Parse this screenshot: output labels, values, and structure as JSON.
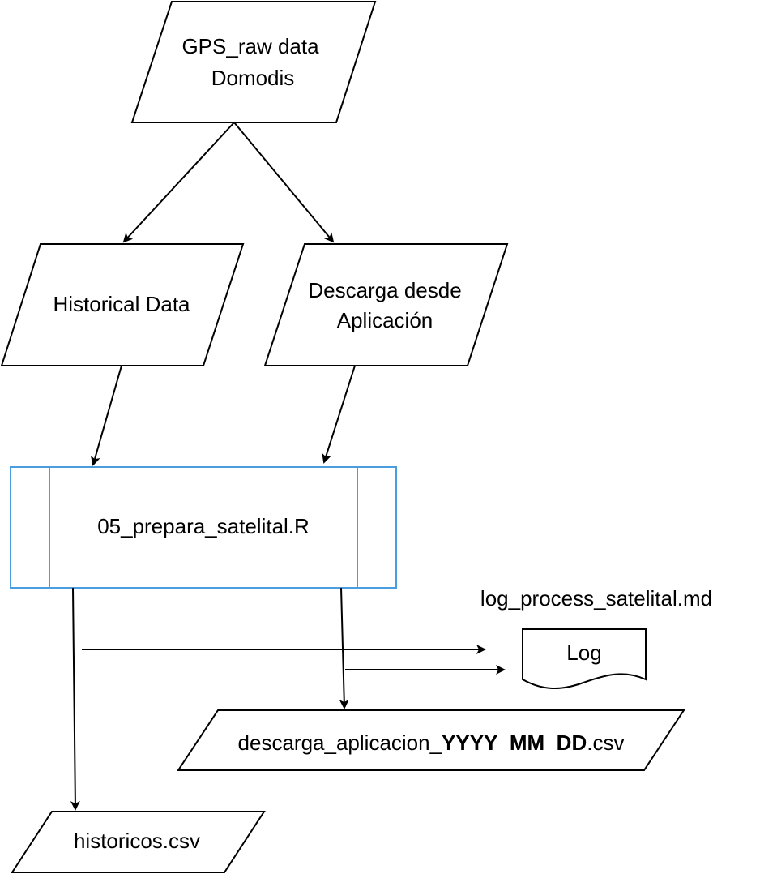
{
  "nodes": {
    "gps_raw": {
      "line1": "GPS_raw data",
      "line2": "Domodis"
    },
    "historical": {
      "label": "Historical Data"
    },
    "descarga": {
      "line1": "Descarga desde",
      "line2": "Aplicación"
    },
    "process": {
      "label": "05_prepara_satelital.R"
    },
    "log_file_label": {
      "label": "log_process_satelital.md"
    },
    "log": {
      "label": "Log"
    },
    "descarga_csv": {
      "prefix": "descarga_aplicacion_",
      "bold": "YYYY_MM_DD",
      "suffix": ".csv"
    },
    "historicos": {
      "label": "historicos.csv"
    }
  },
  "colors": {
    "line": "#000000",
    "process_border": "#4A9EE0",
    "background": "#ffffff"
  }
}
